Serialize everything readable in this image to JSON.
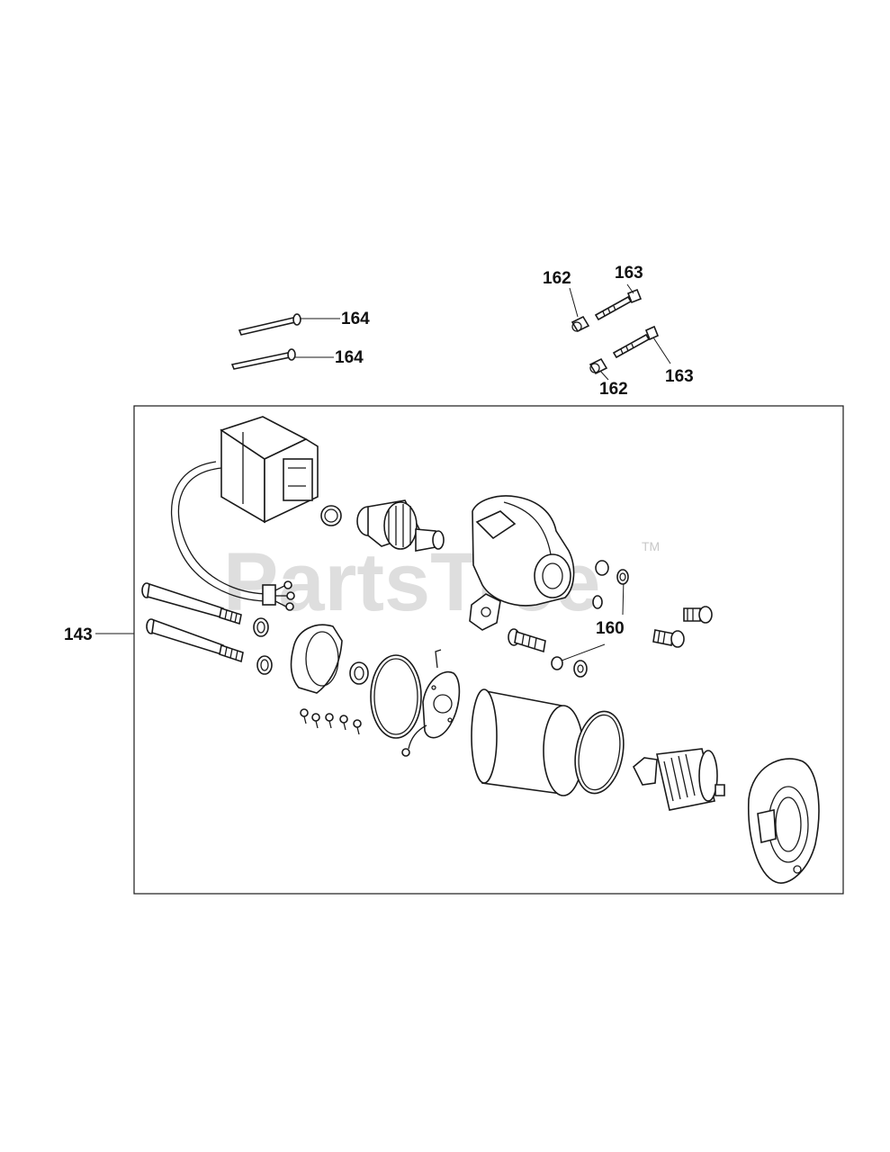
{
  "watermark": {
    "brand": "PartsTree",
    "trademark": "TM"
  },
  "callouts": {
    "c143": "143",
    "c160": "160",
    "c162a": "162",
    "c162b": "162",
    "c163a": "163",
    "c163b": "163",
    "c164a": "164",
    "c164b": "164"
  }
}
